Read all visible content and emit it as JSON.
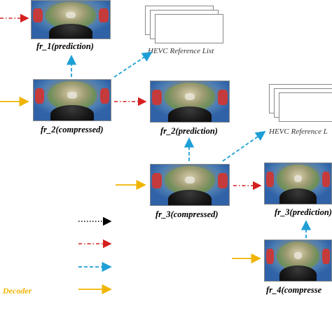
{
  "frames": [
    {
      "id": "fr1_pred",
      "caption": "fr_1(prediction)"
    },
    {
      "id": "fr2_comp",
      "caption": "fr_2(compressed)"
    },
    {
      "id": "fr2_pred",
      "caption": "fr_2(prediction)"
    },
    {
      "id": "fr3_comp",
      "caption": "fr_3(compressed)"
    },
    {
      "id": "fr3_pred",
      "caption": "fr_3(prediction)"
    },
    {
      "id": "fr4_comp",
      "caption": "fr_4(compresse"
    }
  ],
  "reference_lists": [
    {
      "label": "HEVC Reference  List"
    },
    {
      "label": "HEVC Reference  L"
    }
  ],
  "legend": {
    "decoder_label": "Decoder",
    "decoder_color": "#f0b400"
  },
  "arrow_colors": {
    "black_dotted": "#000000",
    "red_dashdot": "#d42020",
    "blue_dashed": "#1e9fd6",
    "yellow_solid": "#f0b400"
  }
}
